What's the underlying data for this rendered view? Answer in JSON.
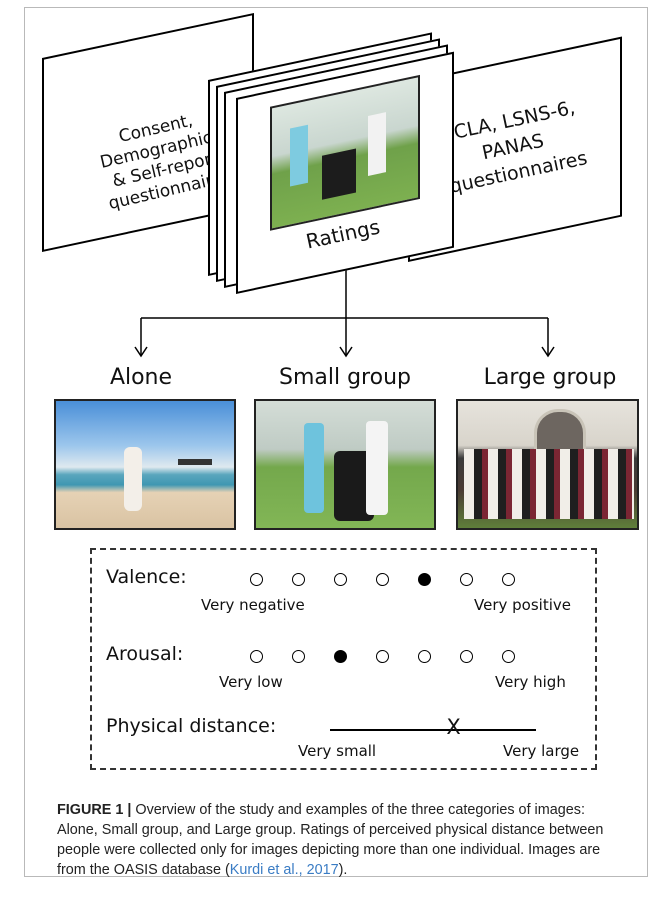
{
  "cards": {
    "left": [
      "Consent,",
      "Demographics",
      "& Self-report",
      "questionnaires"
    ],
    "center": "Ratings",
    "right": [
      "UCLA, LSNS-6,",
      "PANAS",
      "questionnaires"
    ]
  },
  "categories": [
    {
      "label": "Alone"
    },
    {
      "label": "Small group"
    },
    {
      "label": "Large group"
    }
  ],
  "scales": {
    "valence": {
      "label": "Valence:",
      "low": "Very negative",
      "high": "Very positive",
      "points": 7,
      "selected": 5
    },
    "arousal": {
      "label": "Arousal:",
      "low": "Very low",
      "high": "Very high",
      "points": 7,
      "selected": 3
    },
    "distance": {
      "label": "Physical distance:",
      "low": "Very small",
      "high": "Very large",
      "mark": "X",
      "value": 0.6
    }
  },
  "caption": {
    "figure_number": "FIGURE 1 |",
    "text_before": " Overview of the study and examples of the three categories of images: Alone, Small group, and Large group. Ratings of perceived physical distance between people were collected only for images depicting more than one individual. Images are from the OASIS database (",
    "citation": "Kurdi et al., 2017",
    "text_after": ")."
  }
}
